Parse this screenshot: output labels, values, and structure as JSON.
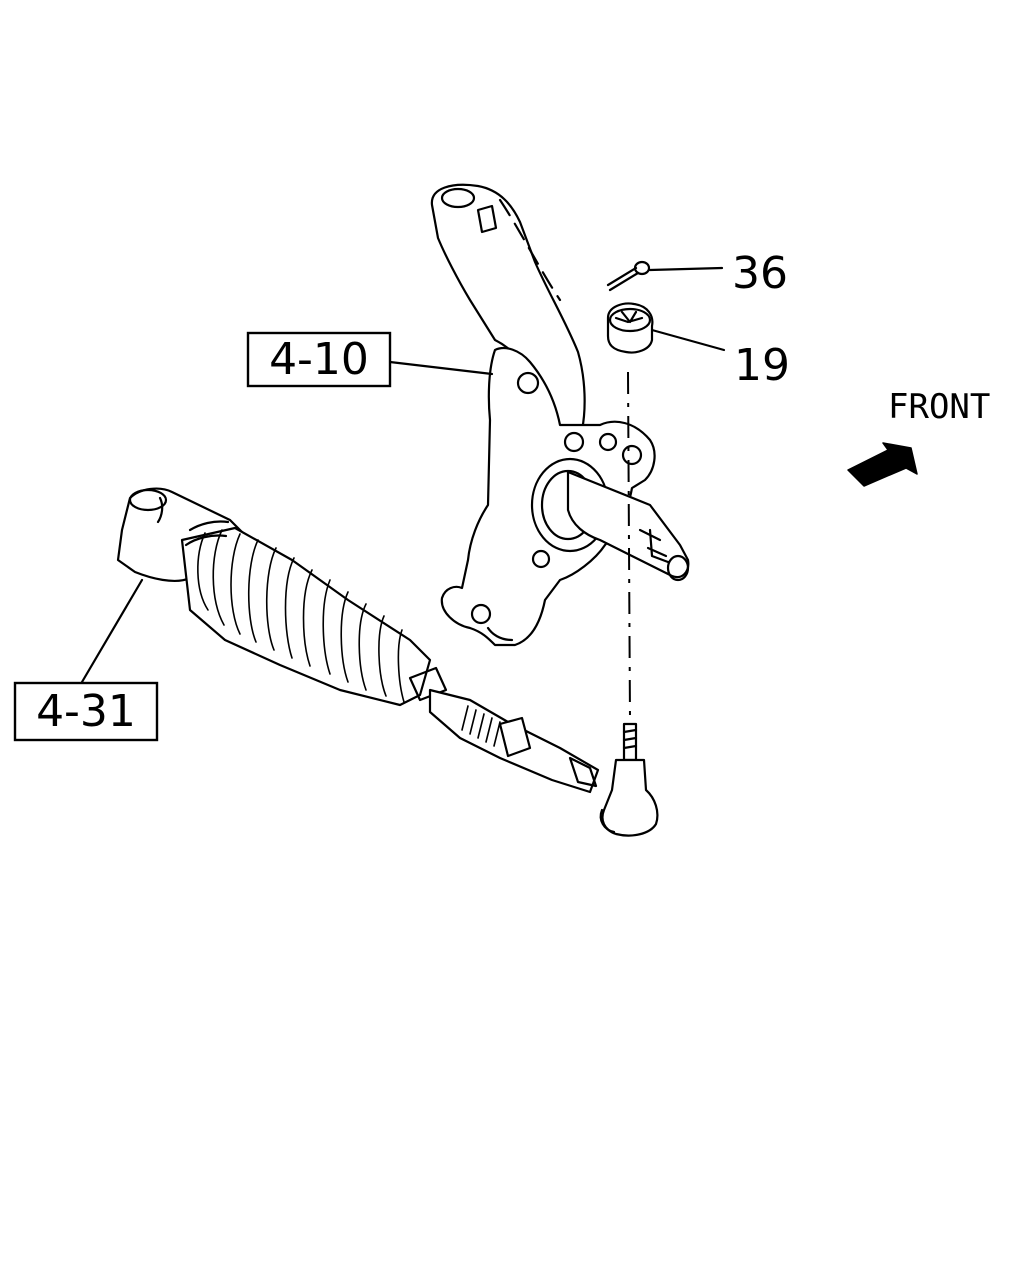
{
  "callouts": {
    "knuckle": "4-10",
    "tie_rod": "4-31",
    "cotter_pin": "36",
    "castle_nut": "19"
  },
  "direction": {
    "label": "FRONT"
  }
}
